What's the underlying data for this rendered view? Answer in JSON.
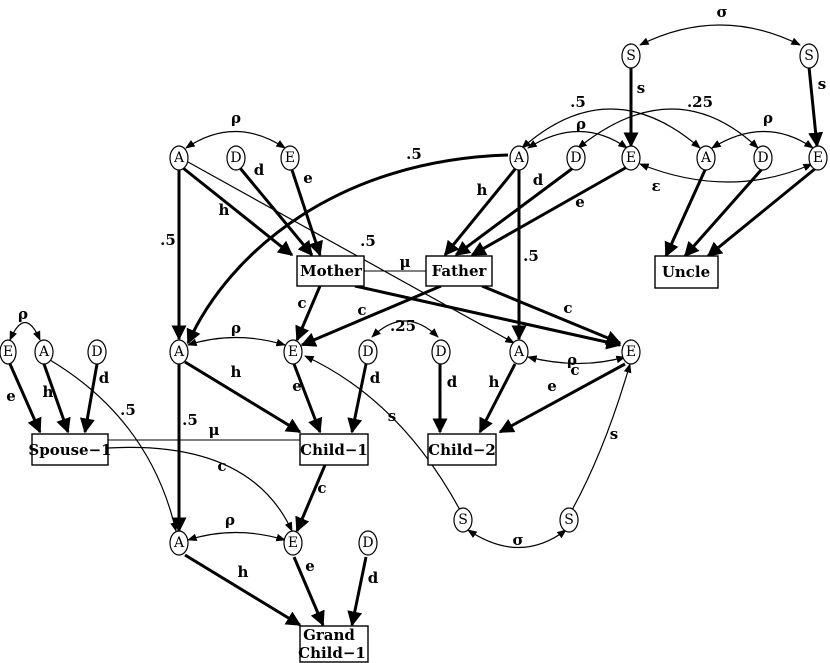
{
  "boxes": {
    "mother": "Mother",
    "father": "Father",
    "uncle": "Uncle",
    "spouse1": "Spouse−1",
    "child1": "Child−1",
    "child2": "Child−2",
    "grandchild1_line1": "Grand",
    "grandchild1_line2": "Child−1"
  },
  "nodes": {
    "A": "A",
    "D": "D",
    "E": "E",
    "S": "S"
  },
  "labels": {
    "rho": "ρ",
    "sigma": "σ",
    "mu": "μ",
    "epsilon": "ε",
    "h": "h",
    "d": "d",
    "e": "e",
    "c": "c",
    "s": "s",
    "half": ".5",
    "quarter": ".25"
  }
}
